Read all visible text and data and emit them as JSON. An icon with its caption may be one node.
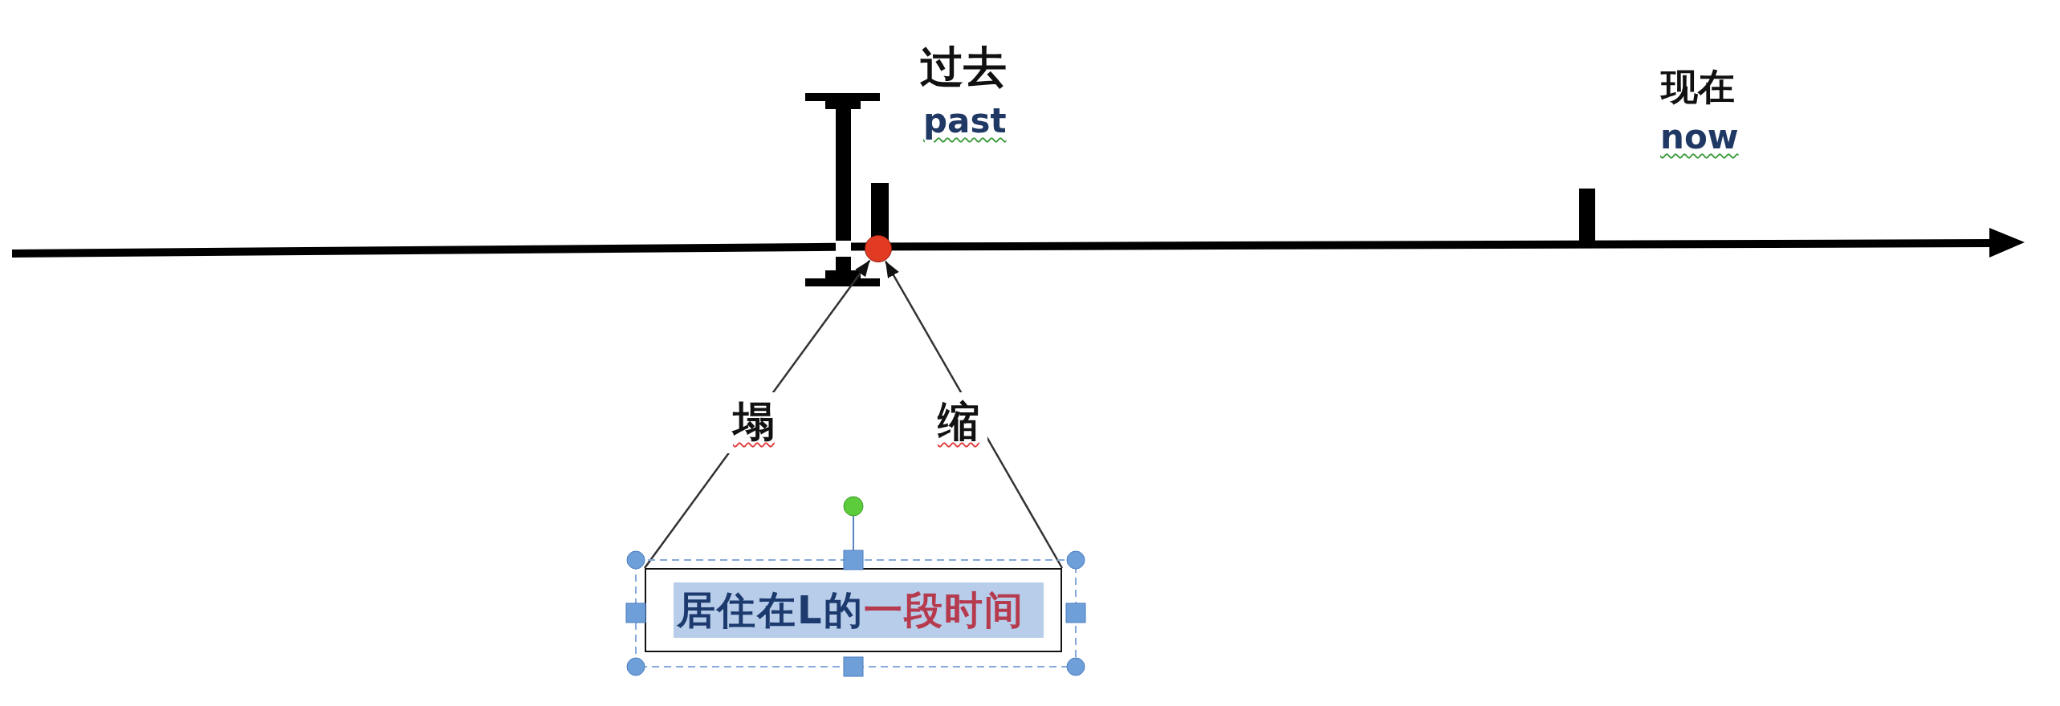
{
  "diagram": {
    "nodes": [
      {
        "text": [],
        "shape": "circle"
      },
      {
        "text": [
          "居住在L的",
          "一段时间"
        ]
      }
    ],
    "edges": [
      {
        "from": 1,
        "to": 0,
        "arrow": "to",
        "label": "塌"
      },
      {
        "from": 1,
        "to": 0,
        "arrow": "to",
        "label": "缩"
      }
    ],
    "labels": [
      "过去",
      "past",
      "现在",
      "now"
    ]
  }
}
